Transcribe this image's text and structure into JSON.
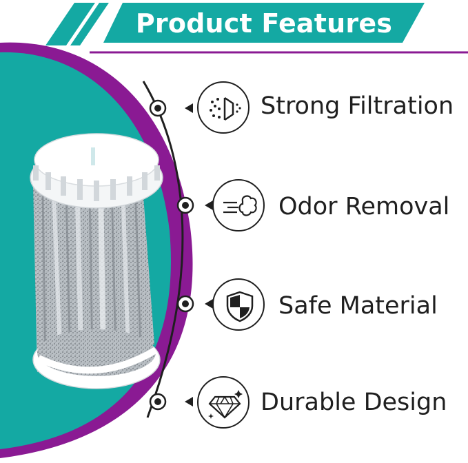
{
  "banner": {
    "title": "Product Features",
    "color": "#14a9a3",
    "accent_color": "#8a1a93"
  },
  "product": {
    "name": "filter cartridge",
    "background_color": "#14a9a3",
    "swoosh_color": "#8a1a93"
  },
  "features": [
    {
      "label": "Strong Filtration",
      "icon": "filtration-icon"
    },
    {
      "label": "Odor Removal",
      "icon": "odor-removal-icon"
    },
    {
      "label": "Safe Material",
      "icon": "shield-icon"
    },
    {
      "label": "Durable Design",
      "icon": "diamond-icon"
    }
  ]
}
